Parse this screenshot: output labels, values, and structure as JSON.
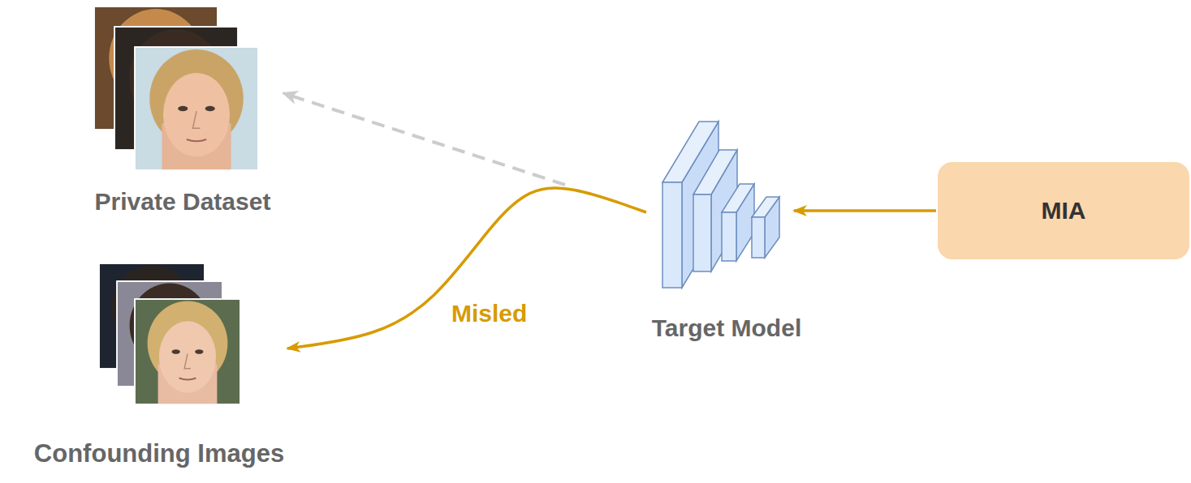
{
  "diagram": {
    "nodes": [
      {
        "text": [
          "Private Dataset"
        ]
      },
      {
        "text": [
          "Confounding Images"
        ]
      },
      {
        "text": [
          "Target Model"
        ]
      },
      {
        "text": [
          "MIA"
        ]
      }
    ],
    "edges": [
      {
        "from": 3,
        "to": 2,
        "arrow": "to"
      },
      {
        "from": 2,
        "to": 0,
        "arrow": "to"
      },
      {
        "from": 2,
        "to": 1,
        "label": "Misled",
        "arrow": "to"
      }
    ]
  }
}
